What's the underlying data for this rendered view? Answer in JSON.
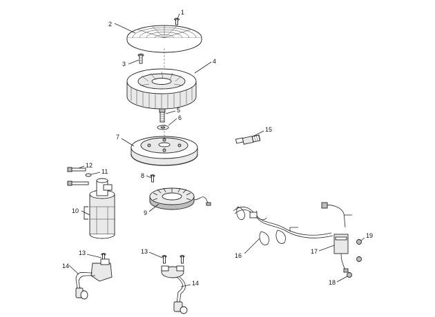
{
  "labels": {
    "c1": "1",
    "c2": "2",
    "c3": "3",
    "c4": "4",
    "c5": "5",
    "c6": "6",
    "c7": "7",
    "c8": "8",
    "c9": "9",
    "c10": "10",
    "c11": "11",
    "c12": "12",
    "c13a": "13",
    "c13b": "13",
    "c14a": "14",
    "c14b": "14",
    "c15": "15",
    "c16": "16",
    "c17": "17",
    "c18": "18",
    "c19": "19"
  }
}
